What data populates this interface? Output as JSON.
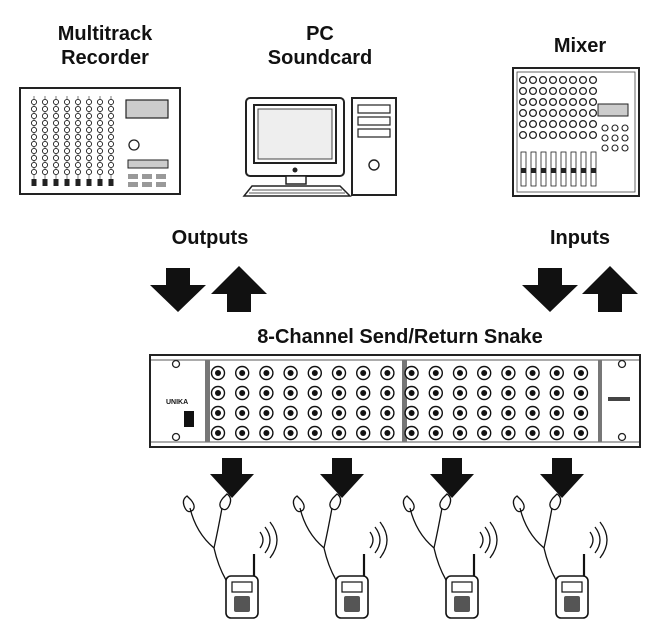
{
  "labels": {
    "multitrack": [
      "Multitrack",
      "Recorder"
    ],
    "pc": [
      "PC",
      "Soundcard"
    ],
    "mixer": "Mixer",
    "outputs": "Outputs",
    "inputs": "Inputs",
    "snake_title": "8-Channel Send/Return Snake",
    "rack_brand": "UNIKA"
  },
  "headphone_units": 4
}
